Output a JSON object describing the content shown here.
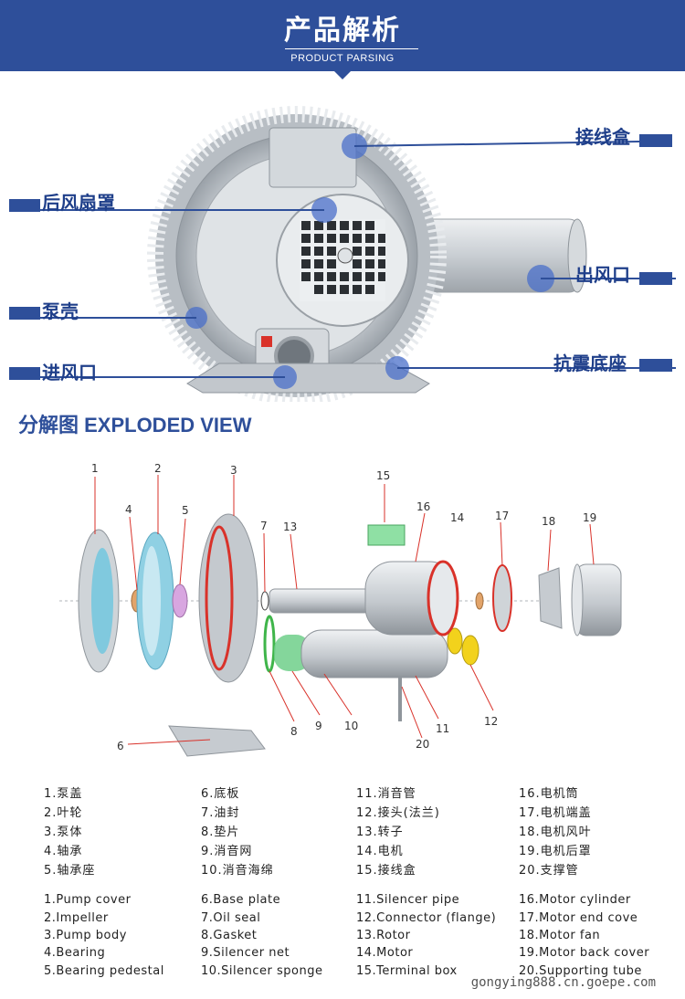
{
  "header": {
    "title": "产品解析",
    "subtitle": "PRODUCT PARSING"
  },
  "callouts": {
    "terminal_box": "接线盒",
    "rear_fan_cover": "后风扇罩",
    "air_outlet": "出风口",
    "pump_shell": "泵壳",
    "shockproof_base": "抗震底座",
    "air_inlet": "进风口"
  },
  "exploded": {
    "title": "分解图 EXPLODED VIEW",
    "part_numbers": [
      "1",
      "2",
      "3",
      "4",
      "5",
      "6",
      "7",
      "8",
      "9",
      "10",
      "11",
      "12",
      "13",
      "14",
      "15",
      "16",
      "17",
      "18",
      "19",
      "20"
    ]
  },
  "legend_zh": [
    [
      "1.泵盖",
      "2.叶轮",
      "3.泵体",
      "4.轴承",
      "5.轴承座"
    ],
    [
      "6.底板",
      "7.油封",
      "8.垫片",
      "9.消音网",
      "10.消音海绵"
    ],
    [
      "11.消音管",
      "12.接头(法兰)",
      "13.转子",
      "14.电机",
      "15.接线盒"
    ],
    [
      "16.电机筒",
      "17.电机端盖",
      "18.电机风叶",
      "19.电机后罩",
      "20.支撑管"
    ]
  ],
  "legend_en": [
    [
      "1.Pump cover",
      "2.Impeller",
      "3.Pump body",
      "4.Bearing",
      "5.Bearing pedestal"
    ],
    [
      "6.Base plate",
      "7.Oil seal",
      "8.Gasket",
      "9.Silencer net",
      "10.Silencer sponge"
    ],
    [
      "11.Silencer pipe",
      "12.Connector (flange)",
      "13.Rotor",
      "14.Motor",
      "15.Terminal box"
    ],
    [
      "16.Motor cylinder",
      "17.Motor end cove",
      "18.Motor fan",
      "19.Motor back cover",
      "20.Supporting tube"
    ]
  ],
  "watermark": "gongying888.cn.goepe.com",
  "colors": {
    "brand_blue": "#2e4f9a",
    "label_blue": "#1f3f8a",
    "accent_red": "#d9322a"
  }
}
